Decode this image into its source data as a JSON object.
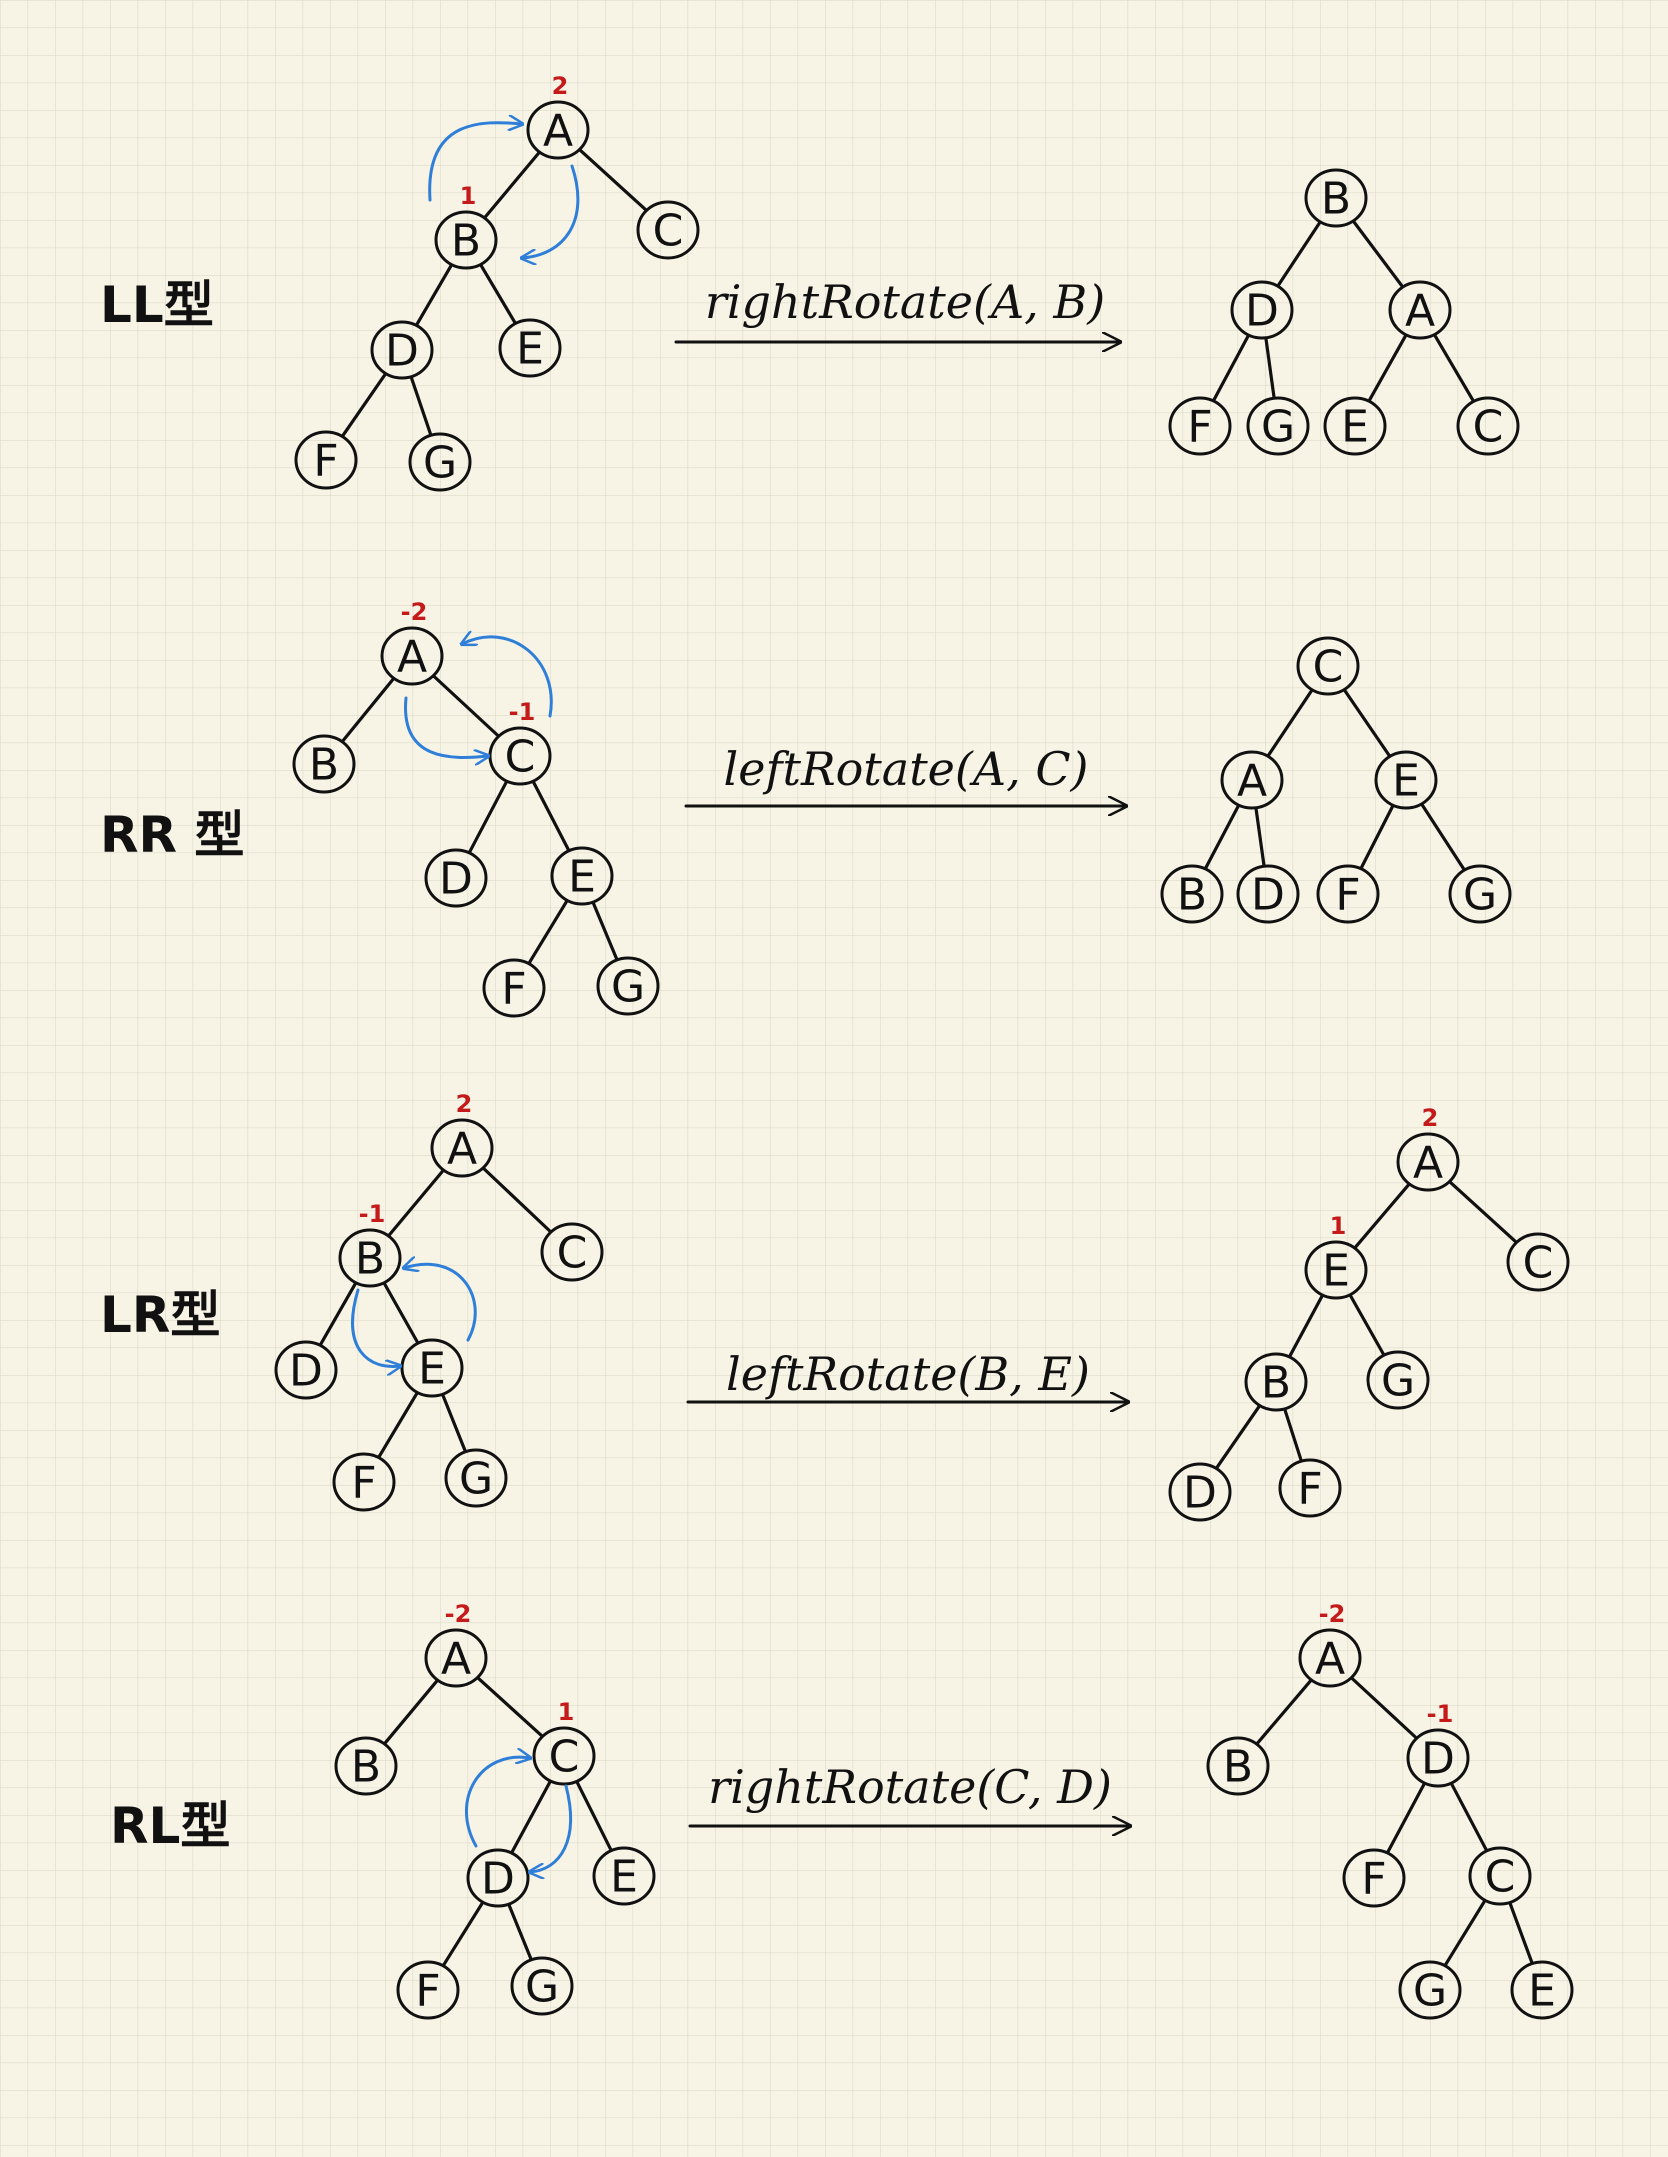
{
  "colors": {
    "background": "#f7f4e6",
    "grid": "#dedbca",
    "ink": "#111111",
    "balance_factor": "#c41a1a",
    "rotation_arrow": "#2f7fd8"
  },
  "rows": [
    {
      "label": "LL型",
      "operation": "rightRotate(A, B)",
      "before": {
        "nodes": [
          "A",
          "B",
          "C",
          "D",
          "E",
          "F",
          "G"
        ],
        "edges": [
          [
            "A",
            "B"
          ],
          [
            "A",
            "C"
          ],
          [
            "B",
            "D"
          ],
          [
            "B",
            "E"
          ],
          [
            "D",
            "F"
          ],
          [
            "D",
            "G"
          ]
        ],
        "balance_factors": {
          "A": "2",
          "B": "1"
        },
        "rotation_pivot": [
          "B",
          "A"
        ]
      },
      "after": {
        "nodes": [
          "B",
          "D",
          "A",
          "F",
          "G",
          "E",
          "C"
        ],
        "edges": [
          [
            "B",
            "D"
          ],
          [
            "B",
            "A"
          ],
          [
            "D",
            "F"
          ],
          [
            "D",
            "G"
          ],
          [
            "A",
            "E"
          ],
          [
            "A",
            "C"
          ]
        ],
        "balance_factors": {}
      }
    },
    {
      "label": "RR 型",
      "operation": "leftRotate(A, C)",
      "before": {
        "nodes": [
          "A",
          "B",
          "C",
          "D",
          "E",
          "F",
          "G"
        ],
        "edges": [
          [
            "A",
            "B"
          ],
          [
            "A",
            "C"
          ],
          [
            "C",
            "D"
          ],
          [
            "C",
            "E"
          ],
          [
            "E",
            "F"
          ],
          [
            "E",
            "G"
          ]
        ],
        "balance_factors": {
          "A": "-2",
          "C": "-1"
        },
        "rotation_pivot": [
          "C",
          "A"
        ]
      },
      "after": {
        "nodes": [
          "C",
          "A",
          "E",
          "B",
          "D",
          "F",
          "G"
        ],
        "edges": [
          [
            "C",
            "A"
          ],
          [
            "C",
            "E"
          ],
          [
            "A",
            "B"
          ],
          [
            "A",
            "D"
          ],
          [
            "E",
            "F"
          ],
          [
            "E",
            "G"
          ]
        ],
        "balance_factors": {}
      }
    },
    {
      "label": "LR型",
      "operation": "leftRotate(B, E)",
      "before": {
        "nodes": [
          "A",
          "B",
          "C",
          "D",
          "E",
          "F",
          "G"
        ],
        "edges": [
          [
            "A",
            "B"
          ],
          [
            "A",
            "C"
          ],
          [
            "B",
            "D"
          ],
          [
            "B",
            "E"
          ],
          [
            "E",
            "F"
          ],
          [
            "E",
            "G"
          ]
        ],
        "balance_factors": {
          "A": "2",
          "B": "-1"
        },
        "rotation_pivot": [
          "E",
          "B"
        ]
      },
      "after": {
        "nodes": [
          "A",
          "E",
          "C",
          "B",
          "G",
          "D",
          "F"
        ],
        "edges": [
          [
            "A",
            "E"
          ],
          [
            "A",
            "C"
          ],
          [
            "E",
            "B"
          ],
          [
            "E",
            "G"
          ],
          [
            "B",
            "D"
          ],
          [
            "B",
            "F"
          ]
        ],
        "balance_factors": {
          "A": "2",
          "E": "1"
        }
      }
    },
    {
      "label": "RL型",
      "operation": "rightRotate(C, D)",
      "before": {
        "nodes": [
          "A",
          "B",
          "C",
          "D",
          "E",
          "F",
          "G"
        ],
        "edges": [
          [
            "A",
            "B"
          ],
          [
            "A",
            "C"
          ],
          [
            "C",
            "D"
          ],
          [
            "C",
            "E"
          ],
          [
            "D",
            "F"
          ],
          [
            "D",
            "G"
          ]
        ],
        "balance_factors": {
          "A": "-2",
          "C": "1"
        },
        "rotation_pivot": [
          "D",
          "C"
        ]
      },
      "after": {
        "nodes": [
          "A",
          "B",
          "D",
          "F",
          "C",
          "G",
          "E"
        ],
        "edges": [
          [
            "A",
            "B"
          ],
          [
            "A",
            "D"
          ],
          [
            "D",
            "F"
          ],
          [
            "D",
            "C"
          ],
          [
            "C",
            "G"
          ],
          [
            "C",
            "E"
          ]
        ],
        "balance_factors": {
          "A": "-2",
          "D": "-1"
        }
      }
    }
  ]
}
